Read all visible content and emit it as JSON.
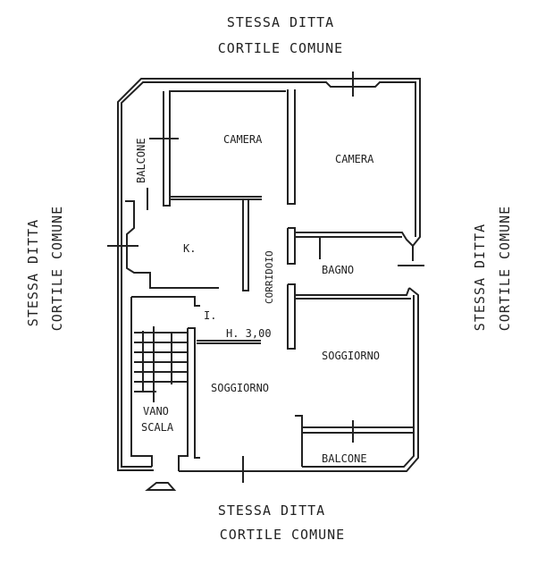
{
  "surroundings": {
    "top": {
      "line1": "STESSA DITTA",
      "line2": "CORTILE COMUNE"
    },
    "bottom": {
      "line1": "STESSA DITTA",
      "line2": "CORTILE COMUNE"
    },
    "left": {
      "line1": "STESSA DITTA",
      "line2": "CORTILE COMUNE"
    },
    "right": {
      "line1": "STESSA DITTA",
      "line2": "CORTILE COMUNE"
    }
  },
  "rooms": {
    "camera_1": "CAMERA",
    "camera_2": "CAMERA",
    "balcone_1": "BALCONE",
    "kitchen": "K.",
    "corridoio": "CORRIDOIO",
    "bagno": "BAGNO",
    "ingresso": "I.",
    "height": "H. 3,00",
    "soggiorno_1": "SOGGIORNO",
    "soggiorno_2": "SOGGIORNO",
    "vano_scala_1": "VANO",
    "vano_scala_2": "SCALA",
    "balcone_2": "BALCONE"
  },
  "colors": {
    "ink": "#222222",
    "paper": "#ffffff"
  }
}
